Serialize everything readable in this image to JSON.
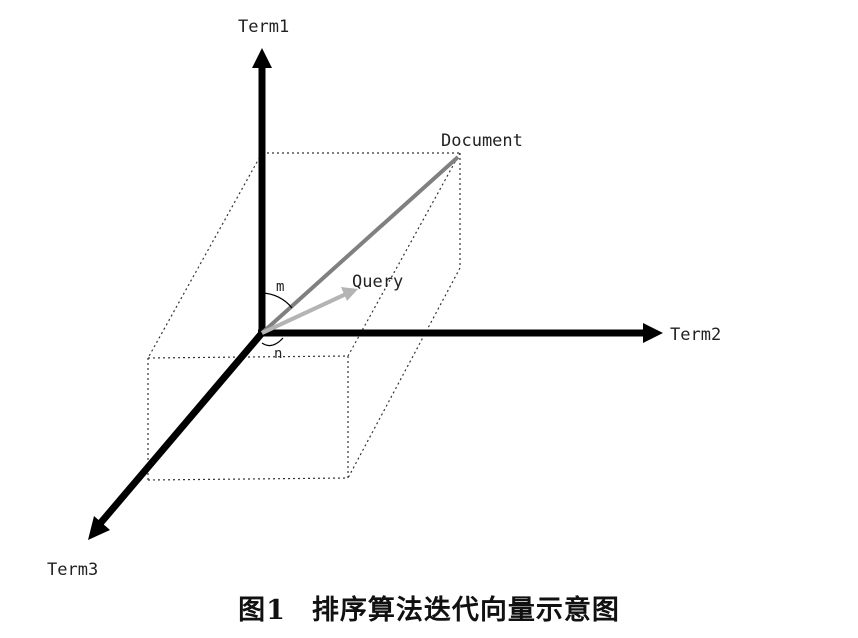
{
  "labels": {
    "term1": "Term1",
    "term2": "Term2",
    "term3": "Term3",
    "document": "Document",
    "query": "Query",
    "angle_m": "m",
    "angle_n": "n"
  },
  "caption": {
    "number": "图1",
    "text": "排序算法迭代向量示意图"
  },
  "colors": {
    "axis": "#000000",
    "document_vector": "#808080",
    "query_vector": "#b4b4b4",
    "box_lines": "#333333"
  }
}
